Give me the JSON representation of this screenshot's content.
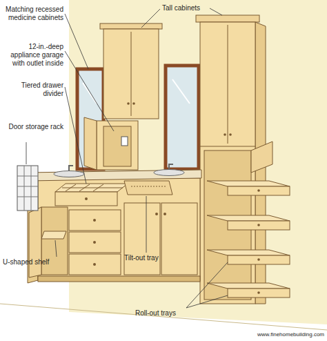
{
  "diagram": {
    "labels": [
      "Matching recessed medicine cabinets",
      "Tall cabinets",
      "12-in.-deep appliance garage with outlet inside",
      "Tiered drawer divider",
      "Door storage rack",
      "U-shaped shelf",
      "Tilt-out tray",
      "Roll-out trays",
      "www.finehomebuilding.com"
    ]
  }
}
